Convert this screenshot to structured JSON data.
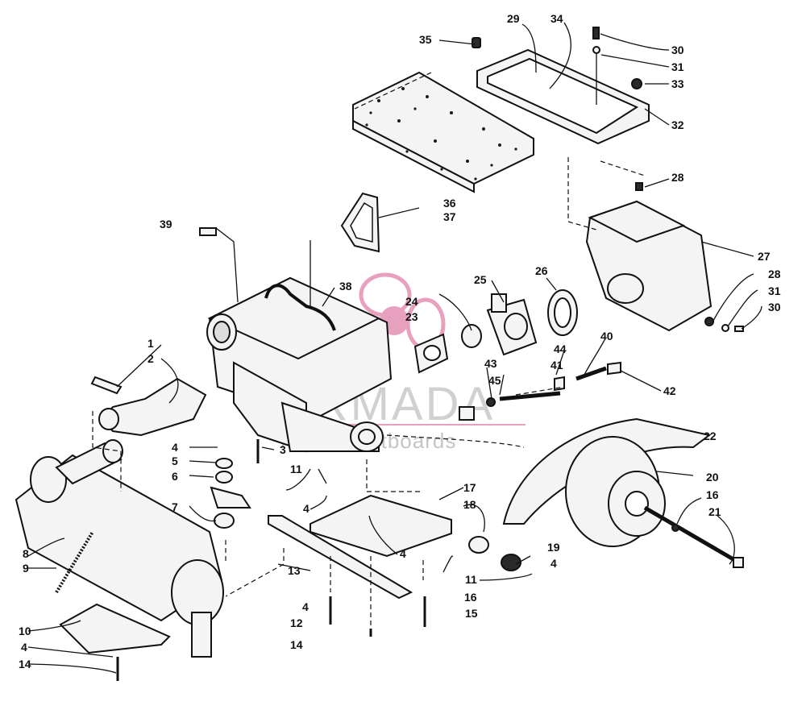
{
  "callouts": {
    "c1": "1",
    "c2": "2",
    "c3": "3",
    "c4a": "4",
    "c4b": "4",
    "c4c": "4",
    "c4d": "4",
    "c4e": "4",
    "c4f": "4",
    "c5": "5",
    "c6": "6",
    "c7": "7",
    "c8": "8",
    "c9": "9",
    "c10": "10",
    "c11a": "11",
    "c11b": "11",
    "c12": "12",
    "c13": "13",
    "c14a": "14",
    "c14b": "14",
    "c15": "15",
    "c16a": "16",
    "c16b": "16",
    "c17": "17",
    "c18": "18",
    "c19": "19",
    "c20": "20",
    "c21": "21",
    "c22": "22",
    "c23": "23",
    "c24": "24",
    "c25": "25",
    "c26": "26",
    "c27": "27",
    "c28a": "28",
    "c28b": "28",
    "c29": "29",
    "c30a": "30",
    "c30b": "30",
    "c31a": "31",
    "c31b": "31",
    "c32": "32",
    "c33": "33",
    "c34": "34",
    "c35": "35",
    "c36": "36",
    "c37": "37",
    "c38": "38",
    "c39": "39",
    "c40": "40",
    "c41": "41",
    "c42": "42",
    "c43": "43",
    "c44": "44",
    "c45": "45"
  },
  "watermark": {
    "title": "ARMADA",
    "subtitle": "marine outboards",
    "color": "#e8a0bf"
  }
}
